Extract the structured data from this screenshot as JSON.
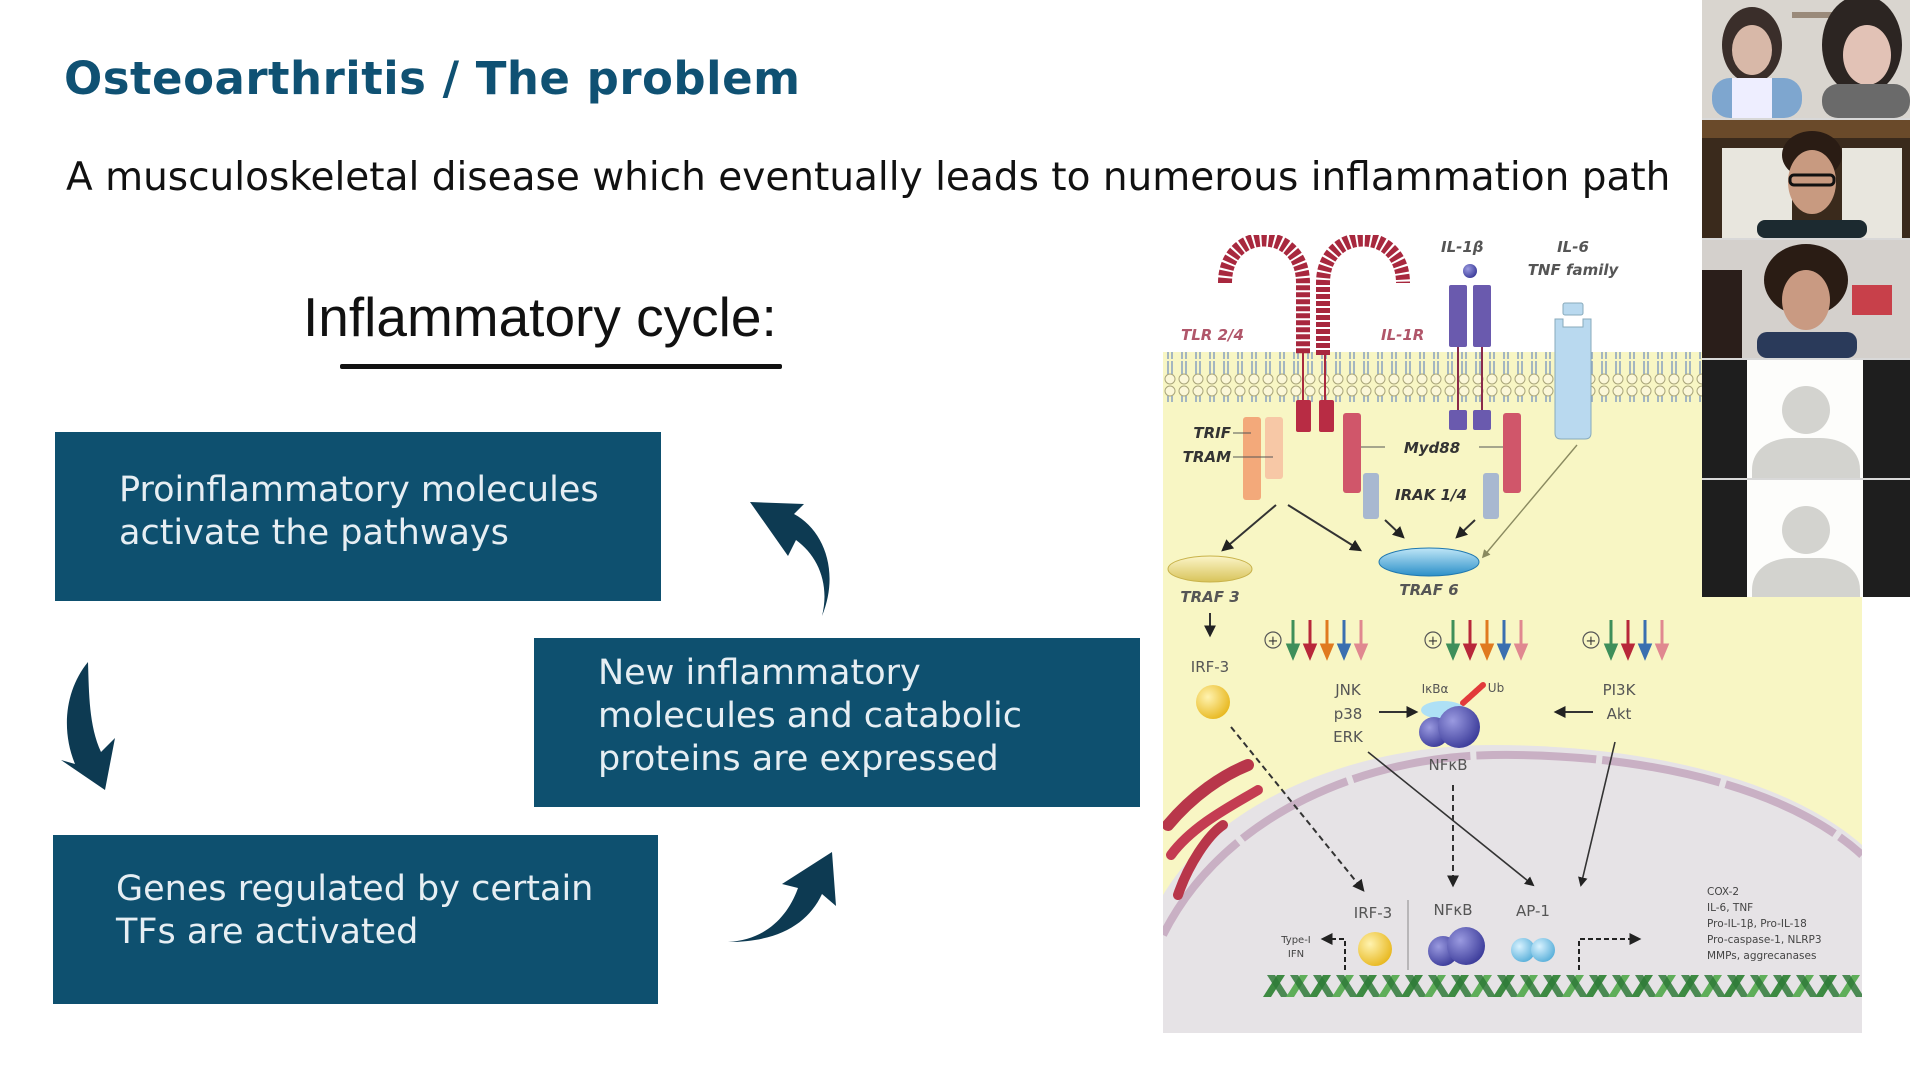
{
  "slide": {
    "title": "Osteoarthritis / The problem",
    "subtitle": "A musculoskeletal disease which eventually leads to numerous inflammation path",
    "cycle_heading": "Inflammatory cycle:",
    "colors": {
      "title": "#0F5173",
      "box_fill": "#0E506F",
      "arrow_fill": "#0D3A52",
      "diagram_cytoplasm": "#F8F6C4"
    },
    "cycle_steps": [
      {
        "id": 1,
        "lines": [
          "Proinflammatory molecules",
          "activate the pathways"
        ]
      },
      {
        "id": 2,
        "lines": [
          "Genes regulated by certain",
          "TFs are activated"
        ]
      },
      {
        "id": 3,
        "lines": [
          "New inflammatory",
          "molecules and catabolic",
          "proteins are expressed"
        ]
      }
    ],
    "cycle_arrows": [
      "arrow-down",
      "arrow-up-right",
      "arrow-up-left"
    ]
  },
  "diagram": {
    "receptors": {
      "tlr": "TLR 2/4",
      "il1r": "IL-1R",
      "il1b": "IL-1β",
      "il6": "IL-6",
      "tnf": "TNF family"
    },
    "adaptors": {
      "trif": "TRIF",
      "tram": "TRAM",
      "myd88": "Myd88",
      "irak": "IRAK 1/4",
      "traf3": "TRAF 3",
      "traf6": "TRAF 6"
    },
    "cytoplasm": {
      "irf3": "IRF-3",
      "mapk": [
        "JNK",
        "p38",
        "ERK"
      ],
      "ikba": "IκBα",
      "ub": "Ub",
      "nfkb": "NFκB",
      "pi3k": [
        "PI3K",
        "Akt"
      ],
      "plus": "+"
    },
    "nucleus": {
      "irf3": "IRF-3",
      "nfkb": "NFκB",
      "ap1": "AP-1",
      "type1_ifn": [
        "Type-I",
        "IFN"
      ],
      "genes": [
        "COX-2",
        "IL-6, TNF",
        "Pro-IL-1β, Pro-IL-18",
        "Pro-caspase-1, NLRP3",
        "MMPs, aggrecanases"
      ]
    }
  },
  "video_call": {
    "tiles": [
      {
        "type": "camera",
        "description": "two participants"
      },
      {
        "type": "camera",
        "description": "participant with glasses"
      },
      {
        "type": "camera",
        "description": "participant"
      },
      {
        "type": "avatar",
        "description": "camera off"
      },
      {
        "type": "avatar",
        "description": "camera off"
      }
    ]
  }
}
